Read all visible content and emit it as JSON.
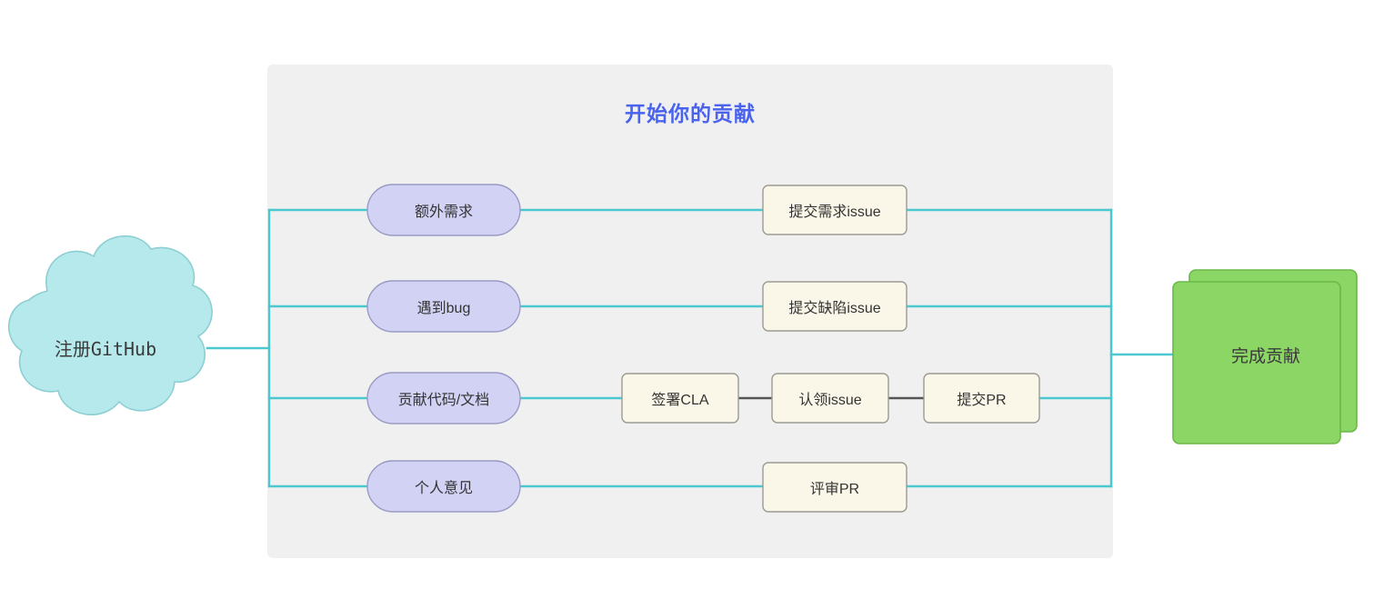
{
  "diagram": {
    "title": "开始你的贡献",
    "title_color": "#4a63ee",
    "panel_color": "#f0f0f0",
    "connector_color": "#4ac7cf",
    "chain_connector_color": "#555555",
    "start": {
      "label": "注册GitHub",
      "shape": "cloud",
      "fill": "#b6e9eb",
      "stroke": "#8ccfd3"
    },
    "end": {
      "label": "完成贡献",
      "shape": "stacked-card",
      "fill": "#8bd665",
      "stroke": "#6bb84a"
    },
    "branches": [
      {
        "trigger": "额外需求",
        "trigger_fill": "#d2d2f5",
        "trigger_stroke": "#9a9ac4",
        "steps": [
          "提交需求issue"
        ]
      },
      {
        "trigger": "遇到bug",
        "trigger_fill": "#d2d2f5",
        "trigger_stroke": "#9a9ac4",
        "steps": [
          "提交缺陷issue"
        ]
      },
      {
        "trigger": "贡献代码/文档",
        "trigger_fill": "#d2d2f5",
        "trigger_stroke": "#9a9ac4",
        "steps": [
          "签署CLA",
          "认领issue",
          "提交PR"
        ]
      },
      {
        "trigger": "个人意见",
        "trigger_fill": "#d2d2f5",
        "trigger_stroke": "#9a9ac4",
        "steps": [
          "评审PR"
        ]
      }
    ],
    "step_fill": "#faf7e9",
    "step_stroke": "#9b9b93"
  }
}
